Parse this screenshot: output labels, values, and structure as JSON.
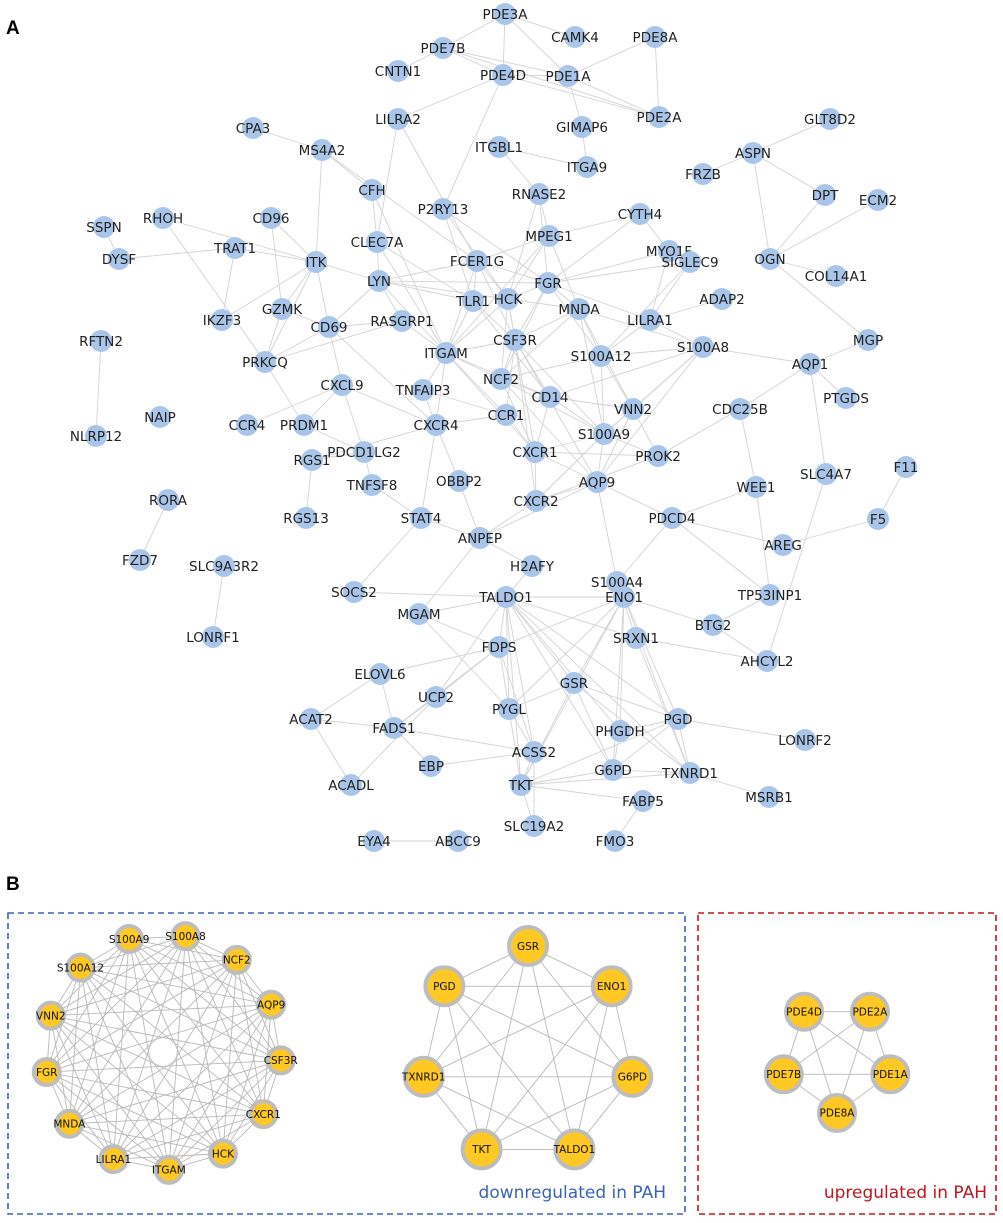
{
  "panel_a": {
    "letter": "A",
    "nodes": [
      "PDE3A",
      "CAMK4",
      "PDE8A",
      "PDE7B",
      "CNTN1",
      "PDE4D",
      "PDE1A",
      "PDE2A",
      "LILRA2",
      "GIMAP6",
      "GLT8D2",
      "CPA3",
      "MS4A2",
      "ITGBL1",
      "ITGA9",
      "ASPN",
      "FRZB",
      "CFH",
      "RNASE2",
      "DPT",
      "ECM2",
      "P2RY13",
      "CYTH4",
      "SSPN",
      "RHOH",
      "CD96",
      "TRAT1",
      "CLEC7A",
      "MPEG1",
      "MYO1F",
      "OGN",
      "COL14A1",
      "FCER1G",
      "SIGLEC9",
      "DYSF",
      "ITK",
      "LYN",
      "FGR",
      "ADAP2",
      "IKZF3",
      "GZMK",
      "TLR1",
      "HCK",
      "MNDA",
      "LILRA1",
      "RASGRP1",
      "CD69",
      "CSF3R",
      "S100A8",
      "MGP",
      "RFTN2",
      "PRKCQ",
      "ITGAM",
      "S100A12",
      "AQP1",
      "NCF2",
      "TNFAIP3",
      "CXCL9",
      "PTGDS",
      "NAIP",
      "CD14",
      "NLRP12",
      "CCR4",
      "PRDM1",
      "CXCR4",
      "CCR1",
      "VNN2",
      "CDC25B",
      "S100A9",
      "RGS1",
      "PDCD1LG2",
      "CXCR1",
      "PROK2",
      "F11",
      "SLC4A7",
      "TNFSF8",
      "OBBP2",
      "WEE1",
      "RORA",
      "AQP9",
      "CXCR2",
      "RGS13",
      "STAT4",
      "PDCD4",
      "F5",
      "ANPEP",
      "FZD7",
      "AREG",
      "SLC9A3R2",
      "S100A4",
      "H2AFY",
      "SOCS2",
      "TALDO1",
      "MGAM",
      "TP53INP1",
      "ENO1",
      "BTG2",
      "LONRF1",
      "FDPS",
      "AHCYL2",
      "SRXN1",
      "ELOVL6",
      "GSR",
      "UCP2",
      "PYGL",
      "ACAT2",
      "FADS1",
      "PGD",
      "PHGDH",
      "LONRF2",
      "EBP",
      "ACSS2",
      "G6PD",
      "TXNRD1",
      "ACADL",
      "TKT",
      "FABP5",
      "MSRB1",
      "SLC19A2",
      "EYA4",
      "ABCC9",
      "FMO3"
    ]
  },
  "panel_b": {
    "letter": "B",
    "cluster1": [
      "S100A8",
      "NCF2",
      "AQP9",
      "CSF3R",
      "CXCR1",
      "HCK",
      "ITGAM",
      "LILRA1",
      "MNDA",
      "FGR",
      "VNN2",
      "S100A12",
      "S100A9"
    ],
    "cluster2": [
      "GSR",
      "ENO1",
      "G6PD",
      "TALDO1",
      "TKT",
      "TXNRD1",
      "PGD"
    ],
    "cluster3": [
      "PDE2A",
      "PDE1A",
      "PDE8A",
      "PDE7B",
      "PDE4D"
    ],
    "label_down": "downregulated in PAH",
    "label_up": "upregulated in PAH"
  },
  "colors": {
    "node_a": "#a9c6ea",
    "node_b": "#ffc822",
    "box_down": "#3b63b5",
    "box_up": "#c0161b",
    "edge": "#d3d3d3"
  }
}
